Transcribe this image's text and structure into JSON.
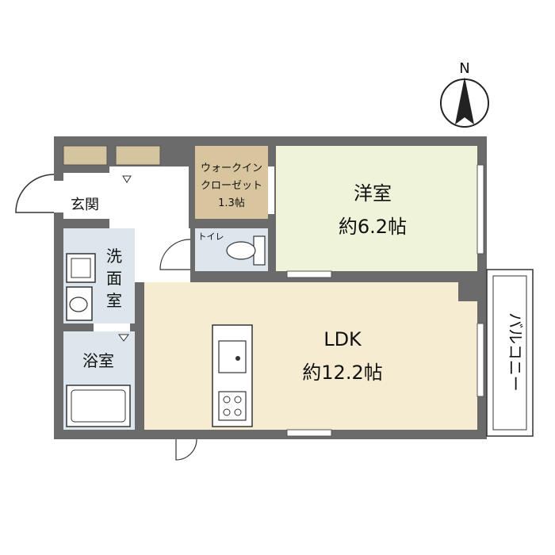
{
  "compass": {
    "letter": "N"
  },
  "rooms": {
    "entrance": {
      "label": "玄関"
    },
    "washroom": {
      "label_lines": [
        "洗",
        "面",
        "室"
      ]
    },
    "bathroom": {
      "label": "浴室"
    },
    "toilet": {
      "label": "トイレ"
    },
    "walk_in_closet": {
      "label_lines": [
        "ウォークイン",
        "クローゼット",
        "1.3帖"
      ]
    },
    "western_room": {
      "name": "洋室",
      "size": "約6.2帖"
    },
    "ldk": {
      "name": "LDK",
      "size": "約12.2帖"
    },
    "balcony": {
      "label": "バルコニー"
    }
  },
  "colors": {
    "wall": "#6b6b6b",
    "floor_white": "#ffffff",
    "floor_ldk": "#f6ecd2",
    "floor_western": "#eef3da",
    "wet_area": "#dde6ec",
    "closet": "#d8c59e",
    "shelf": "#d5c4a0",
    "balcony": "#ffffff"
  }
}
